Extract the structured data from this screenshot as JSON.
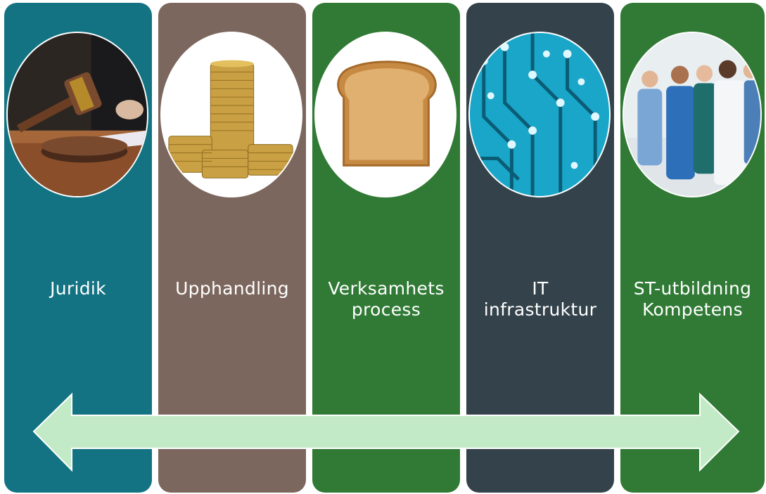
{
  "columns": [
    {
      "label_lines": [
        "Juridik"
      ],
      "color": "#137383",
      "icon": "gavel-photo-icon"
    },
    {
      "label_lines": [
        "Upphandling"
      ],
      "color": "#7c675e",
      "icon": "coins-photo-icon"
    },
    {
      "label_lines": [
        "Verksamhets",
        "process"
      ],
      "color": "#307a35",
      "icon": "toast-photo-icon"
    },
    {
      "label_lines": [
        "IT",
        "infrastruktur"
      ],
      "color": "#34434b",
      "icon": "circuit-board-photo-icon"
    },
    {
      "label_lines": [
        "ST-utbildning",
        "Kompetens"
      ],
      "color": "#307a35",
      "icon": "medical-staff-photo-icon"
    }
  ],
  "arrow": {
    "color": "#c2eac6",
    "icon": "double-arrow-icon"
  }
}
